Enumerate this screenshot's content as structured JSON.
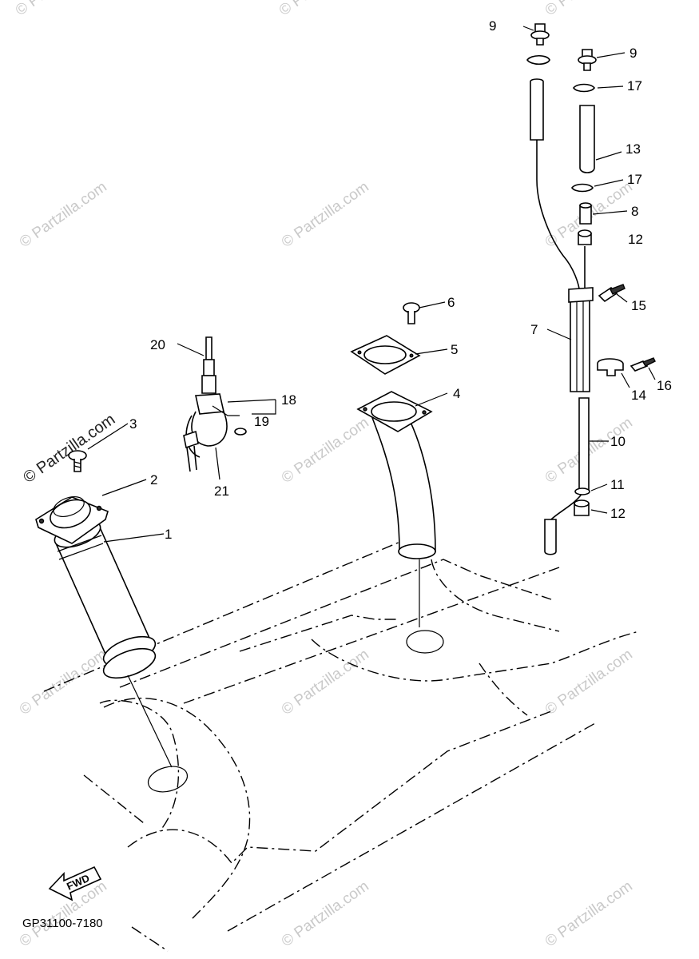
{
  "watermark": {
    "text": "© Partzilla.com"
  },
  "diagram": {
    "code": "GP31100-7180",
    "fwd_label": "FWD"
  },
  "callouts": [
    {
      "id": "c1",
      "label": "1"
    },
    {
      "id": "c2",
      "label": "2"
    },
    {
      "id": "c3",
      "label": "3"
    },
    {
      "id": "c4",
      "label": "4"
    },
    {
      "id": "c5",
      "label": "5"
    },
    {
      "id": "c6",
      "label": "6"
    },
    {
      "id": "c7",
      "label": "7"
    },
    {
      "id": "c8",
      "label": "8"
    },
    {
      "id": "c9a",
      "label": "9"
    },
    {
      "id": "c9b",
      "label": "9"
    },
    {
      "id": "c10",
      "label": "10"
    },
    {
      "id": "c11",
      "label": "11"
    },
    {
      "id": "c12a",
      "label": "12"
    },
    {
      "id": "c12b",
      "label": "12"
    },
    {
      "id": "c13",
      "label": "13"
    },
    {
      "id": "c14",
      "label": "14"
    },
    {
      "id": "c15",
      "label": "15"
    },
    {
      "id": "c16",
      "label": "16"
    },
    {
      "id": "c17a",
      "label": "17"
    },
    {
      "id": "c17b",
      "label": "17"
    },
    {
      "id": "c18",
      "label": "18"
    },
    {
      "id": "c19",
      "label": "19"
    },
    {
      "id": "c20",
      "label": "20"
    },
    {
      "id": "c21",
      "label": "21"
    }
  ]
}
